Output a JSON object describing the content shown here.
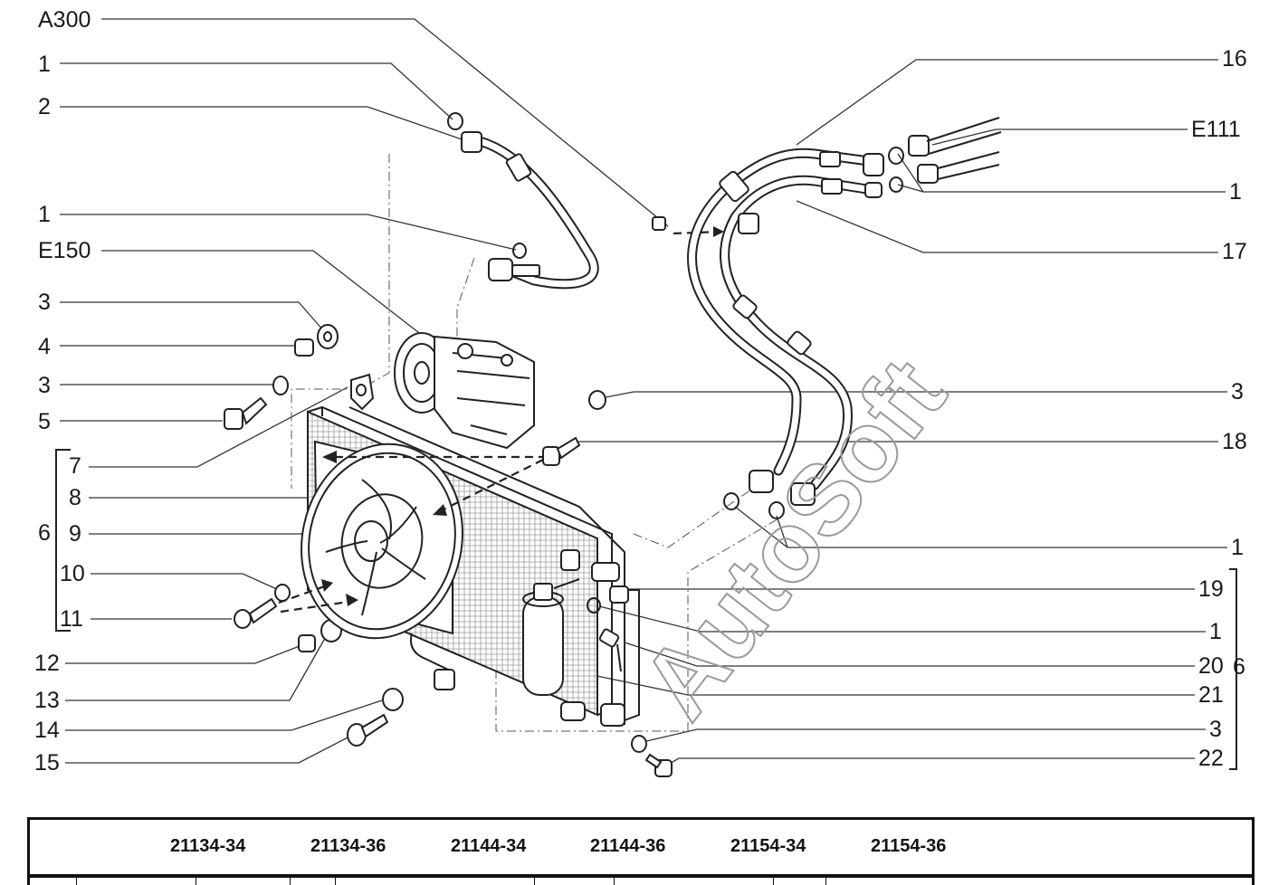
{
  "callouts_left": [
    {
      "id": "a300",
      "label": "A300"
    },
    {
      "id": "l1a",
      "label": "1"
    },
    {
      "id": "l2",
      "label": "2"
    },
    {
      "id": "l1b",
      "label": "1"
    },
    {
      "id": "e150",
      "label": "E150"
    },
    {
      "id": "l3a",
      "label": "3"
    },
    {
      "id": "l4",
      "label": "4"
    },
    {
      "id": "l3b",
      "label": "3"
    },
    {
      "id": "l5",
      "label": "5"
    },
    {
      "id": "l7",
      "label": "7"
    },
    {
      "id": "l8",
      "label": "8"
    },
    {
      "id": "l9",
      "label": "9"
    },
    {
      "id": "l10",
      "label": "10"
    },
    {
      "id": "l11",
      "label": "11"
    },
    {
      "id": "l12",
      "label": "12"
    },
    {
      "id": "l13",
      "label": "13"
    },
    {
      "id": "l14",
      "label": "14"
    },
    {
      "id": "l15",
      "label": "15"
    }
  ],
  "group_left_label": "6",
  "callouts_right": [
    {
      "id": "r16",
      "label": "16"
    },
    {
      "id": "re111",
      "label": "E111"
    },
    {
      "id": "r1a",
      "label": "1"
    },
    {
      "id": "r17",
      "label": "17"
    },
    {
      "id": "r3a",
      "label": "3"
    },
    {
      "id": "r18",
      "label": "18"
    },
    {
      "id": "r1b",
      "label": "1"
    },
    {
      "id": "r19",
      "label": "19"
    },
    {
      "id": "r1c",
      "label": "1"
    },
    {
      "id": "r20",
      "label": "20"
    },
    {
      "id": "r21",
      "label": "21"
    },
    {
      "id": "r3b",
      "label": "3"
    },
    {
      "id": "r22",
      "label": "22"
    }
  ],
  "group_right_label": "6",
  "watermark": "AutoSoft",
  "models": [
    "21134-34",
    "21134-36",
    "21144-34",
    "21144-36",
    "21154-34",
    "21154-36"
  ]
}
